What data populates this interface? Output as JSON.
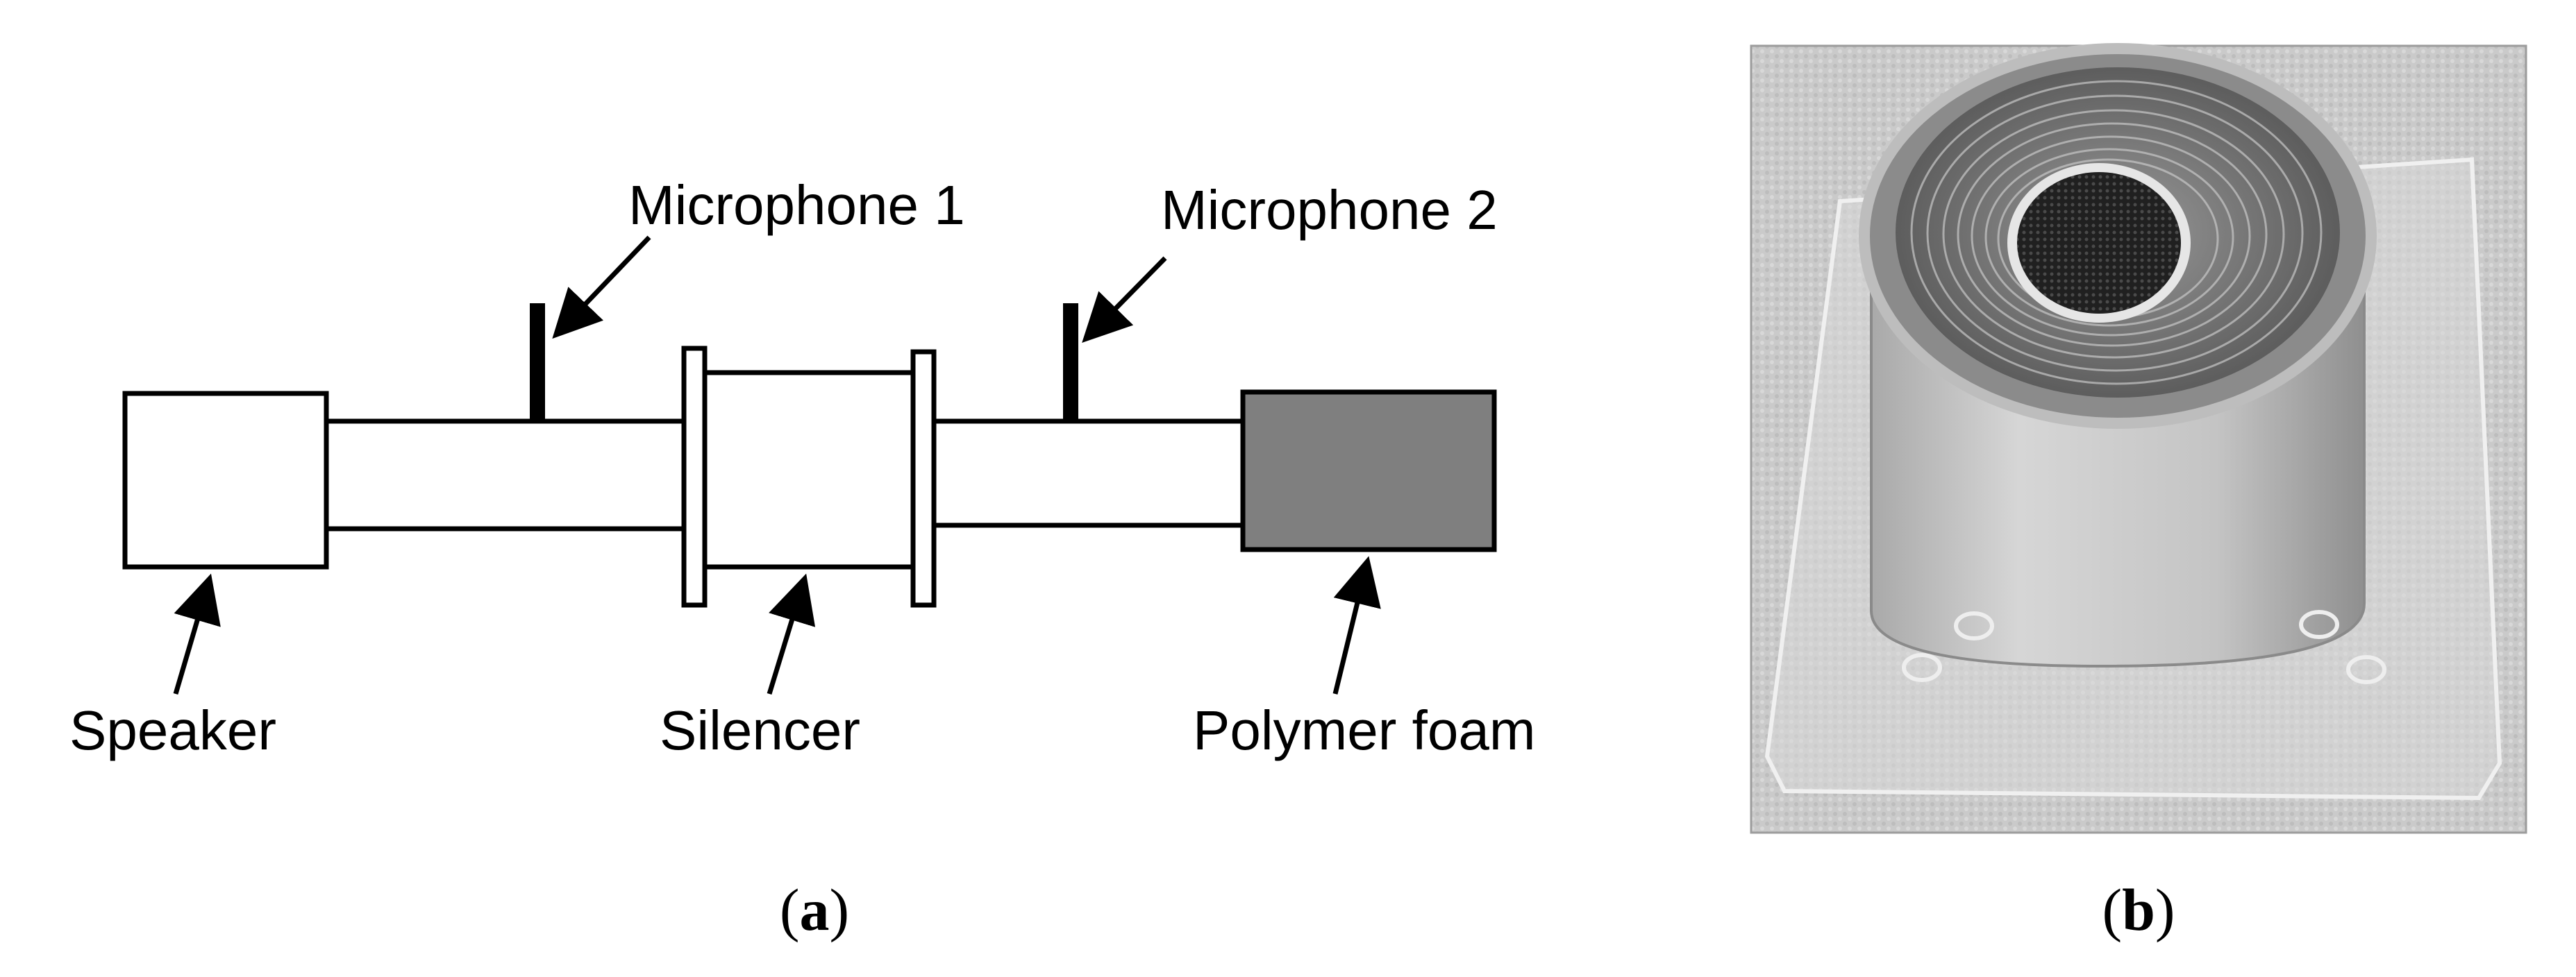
{
  "panel_a": {
    "labels": {
      "mic1": "Microphone 1",
      "mic2": "Microphone 2",
      "speaker": "Speaker",
      "silencer": "Silencer",
      "foam": "Polymer foam"
    },
    "caption_open": "(",
    "caption_letter": "a",
    "caption_close": ")"
  },
  "panel_b": {
    "caption_open": "(",
    "caption_letter": "b",
    "caption_close": ")"
  },
  "colors": {
    "line": "#000000",
    "foam_fill": "#7f7f7f",
    "photo_bg": "#c9c9c9"
  }
}
